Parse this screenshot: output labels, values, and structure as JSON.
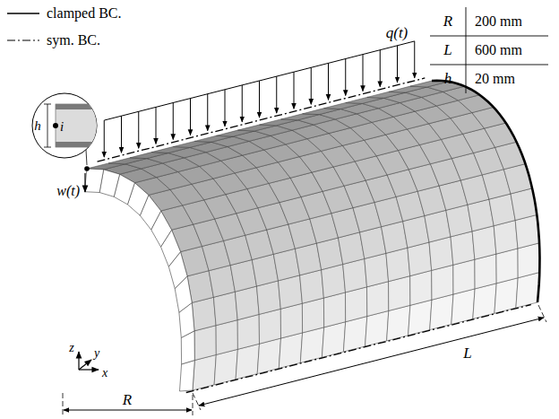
{
  "diagram": {
    "labels": [
      "q(t)",
      "h",
      "i",
      "w(t)",
      "z",
      "y",
      "x",
      "R",
      "L",
      "R",
      "200 mm",
      "L",
      "600 mm",
      "h",
      "20 mm"
    ],
    "legend": [
      {
        "text": "clamped BC."
      },
      {
        "text": "sym. BC."
      }
    ]
  }
}
